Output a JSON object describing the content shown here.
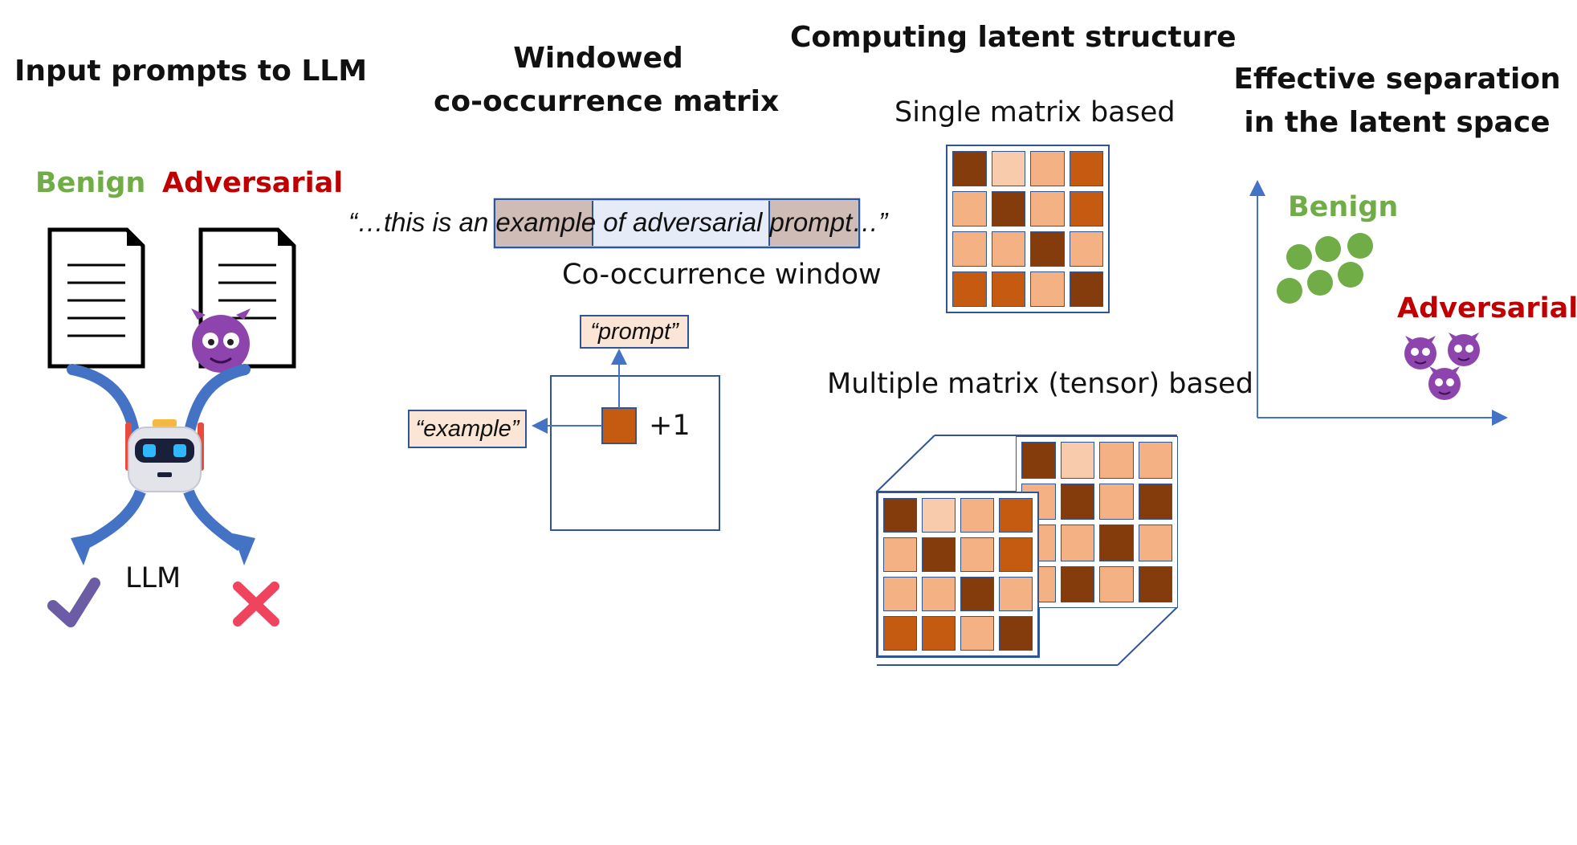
{
  "colors": {
    "dark": "#843c0c",
    "mid": "#c55a11",
    "light": "#f4b183",
    "pale": "#f8cbad",
    "outline": "#2f5597",
    "benign": "#70ad47",
    "adversarial": "#c00000",
    "devil": "#8e44ad"
  },
  "panel1": {
    "heading": "Input prompts to LLM",
    "benign_label": "Benign",
    "adversarial_label": "Adversarial",
    "model_label": "LLM"
  },
  "panel2": {
    "heading_line1": "Windowed",
    "heading_line2": "co-occurrence matrix",
    "sentence": "“…this is an example of adversarial prompt…”",
    "window_label": "Co-occurrence window",
    "token_row": "“prompt”",
    "token_col": "“example”",
    "increment": "+1"
  },
  "panel3": {
    "heading": "Computing latent structure",
    "single_label": "Single matrix based",
    "tensor_label": "Multiple matrix (tensor) based",
    "single_matrix": [
      [
        "dark",
        "pale",
        "light",
        "mid"
      ],
      [
        "light",
        "dark",
        "light",
        "mid"
      ],
      [
        "light",
        "light",
        "dark",
        "light"
      ],
      [
        "mid",
        "mid",
        "light",
        "dark"
      ]
    ],
    "tensor_back": [
      [
        "dark",
        "pale",
        "light",
        "light"
      ],
      [
        "light",
        "dark",
        "light",
        "dark"
      ],
      [
        "light",
        "light",
        "dark",
        "light"
      ],
      [
        "light",
        "dark",
        "light",
        "dark"
      ]
    ],
    "tensor_front": [
      [
        "dark",
        "pale",
        "light",
        "mid"
      ],
      [
        "light",
        "dark",
        "light",
        "mid"
      ],
      [
        "light",
        "light",
        "dark",
        "light"
      ],
      [
        "mid",
        "mid",
        "light",
        "dark"
      ]
    ]
  },
  "panel4": {
    "heading_line1": "Effective separation",
    "heading_line2": "in the latent space",
    "benign_label": "Benign",
    "adversarial_label": "Adversarial"
  }
}
